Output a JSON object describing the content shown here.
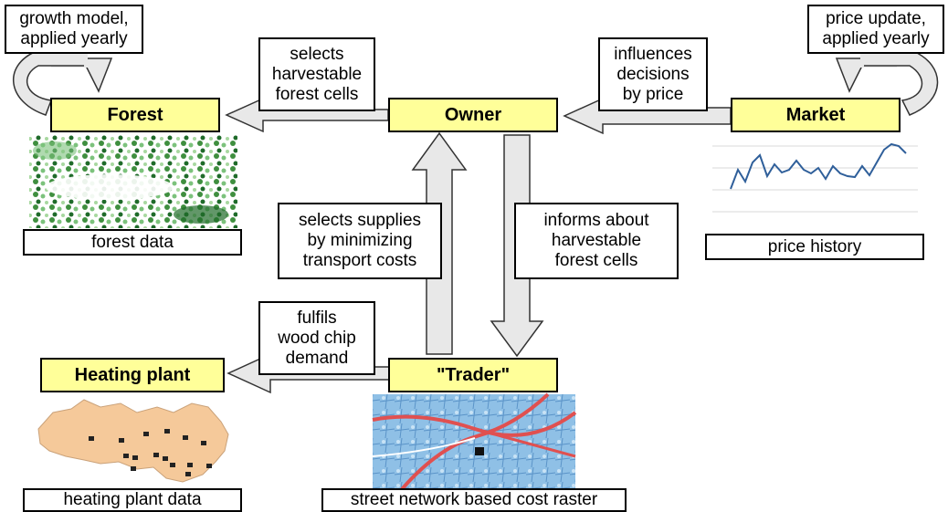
{
  "nodes": {
    "forest": "Forest",
    "owner": "Owner",
    "market": "Market",
    "heating_plant": "Heating plant",
    "trader": "\"Trader\""
  },
  "annotations": {
    "growth_model": "growth model,\napplied yearly",
    "price_update": "price update,\napplied yearly",
    "selects_harvestable": "selects\nharvestable\nforest cells",
    "influences_decisions": "influences\ndecisions\nby price",
    "selects_supplies": "selects supplies\nby minimizing\ntransport costs",
    "informs_about": "informs about\nharvestable\nforest cells",
    "fulfils_demand": "fulfils\nwood chip\ndemand"
  },
  "captions": {
    "forest_data": "forest data",
    "price_history": "price history",
    "heating_plant_data": "heating plant data",
    "cost_raster": "street network based cost raster"
  },
  "colors": {
    "node_fill": "#ffff99",
    "arrow_fill": "#e8e8e8",
    "forest_green": "#2e7d32",
    "price_line": "#2f5f9a",
    "region_fill": "#f5c99a",
    "map_blue": "#7eb6e0",
    "road_red": "#e05050"
  },
  "icons": {
    "plant_marker": "factory-icon"
  }
}
